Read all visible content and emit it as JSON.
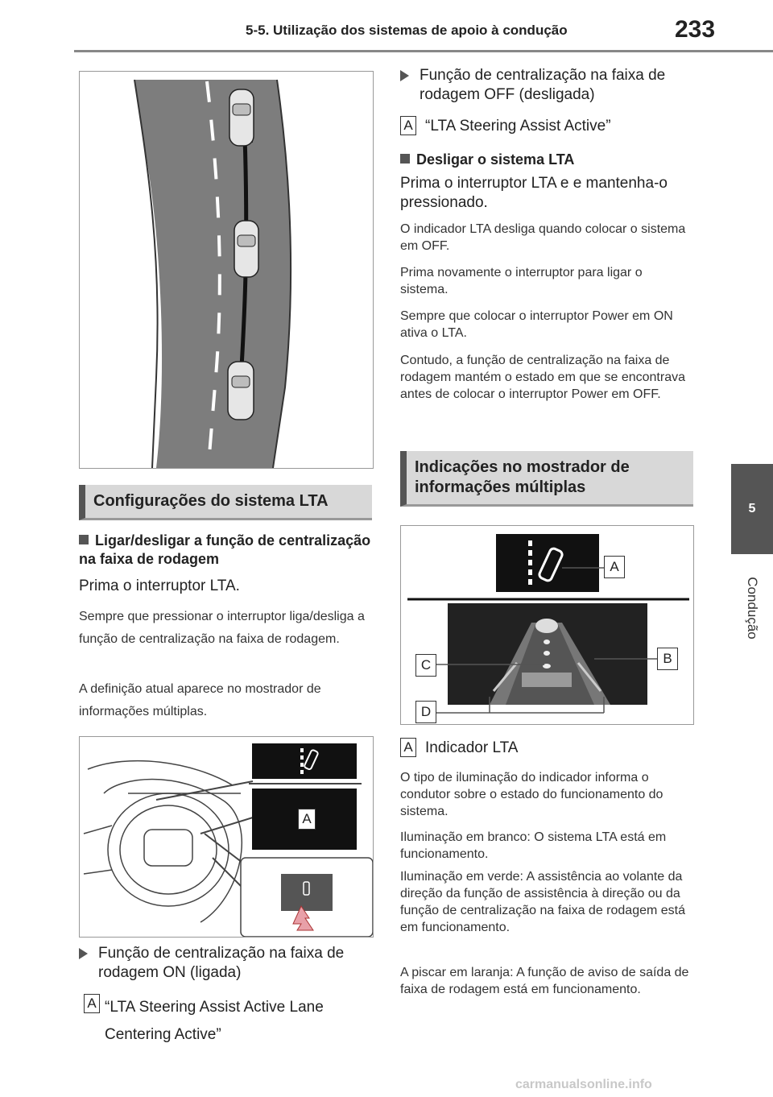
{
  "header": {
    "section_title": "5-5. Utilização dos sistemas de apoio à condução",
    "page_number": "233"
  },
  "side_tab": {
    "number": "5",
    "label": "Condução"
  },
  "left": {
    "section_heading": "Configurações do sistema LTA",
    "sub_heading": "Ligar/desligar a função de centralização na faixa de rodagem",
    "lead": "Prima o interruptor LTA.",
    "para1": "Sempre que pressionar o interruptor liga/desliga a função de centralização na faixa de rodagem.",
    "para2": "A definição atual aparece no mostrador de informações múltiplas.",
    "fig2_label": "A",
    "bullet_on": "Função de centralização na faixa de rodagem ON (ligada)",
    "tag": "A",
    "on_text": "“LTA Steering Assist Active Lane Centering Active”"
  },
  "right": {
    "bullet_off": "Função de centralização na faixa de rodagem OFF (desligada)",
    "tag": "A",
    "off_text": "“LTA Steering Assist Active”",
    "sub_heading": "Desligar o sistema LTA",
    "lead": "Prima o interruptor LTA e e mantenha-o pressionado.",
    "para1": "O indicador LTA desliga quando colocar o sistema em OFF.",
    "para2": "Prima novamente o interruptor para ligar o sistema.",
    "para3": "Sempre que colocar o interruptor Power em ON ativa o LTA.",
    "para4": "Contudo, a função de centralização na faixa de rodagem mantém o estado em que se encontrava antes de colocar o interruptor Power em OFF.",
    "section_heading": "Indicações no mostrador de informações múltiplas",
    "fig_labels": {
      "a": "A",
      "b": "B",
      "c": "C",
      "d": "D"
    },
    "indicator_tag": "A",
    "indicator_title": "Indicador LTA",
    "ind_para1": "O tipo de iluminação do indicador informa o condutor sobre o estado do funcionamento do sistema.",
    "ind_para2": "Iluminação em branco: O sistema LTA está em funcionamento.",
    "ind_para3": "Iluminação em verde: A assistência ao volante da direção da função de assistência à direção ou da função de centralização na faixa de rodagem está em funcionamento.",
    "ind_para4": "A piscar em laranja: A função de aviso de saída de faixa de rodagem está em funcionamento."
  },
  "watermark": "carmanualsonline.info"
}
